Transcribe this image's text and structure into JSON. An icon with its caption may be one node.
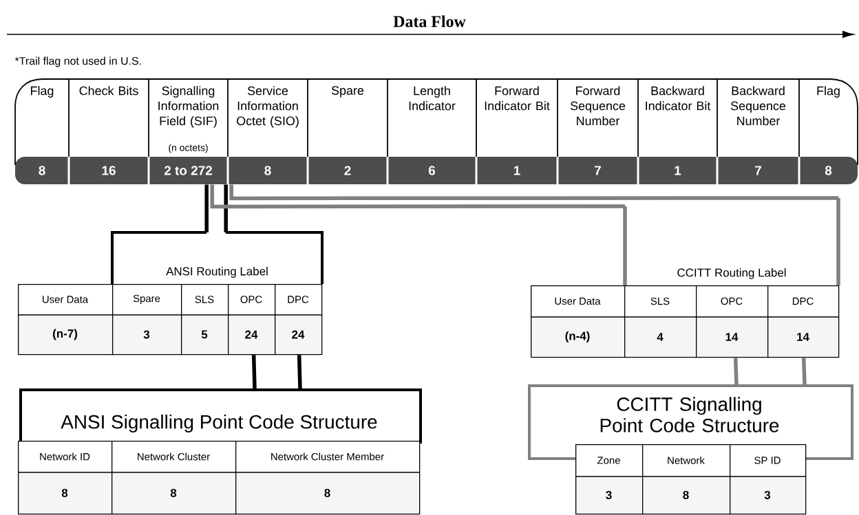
{
  "diagram": {
    "title": "Data Flow",
    "nodes": [
      {
        "text": [
          "Flag",
          "8"
        ]
      },
      {
        "text": [
          "Check Bits",
          "16"
        ]
      },
      {
        "text": [
          "Signalling Information Field (SIF)",
          "(n octets)",
          "2 to 272"
        ]
      },
      {
        "text": [
          "Service Information Octet (SIO)",
          "8"
        ]
      },
      {
        "text": [
          "Spare",
          "2"
        ]
      },
      {
        "text": [
          "Length Indicator",
          "6"
        ]
      },
      {
        "text": [
          "Forward Indicator Bit",
          "1"
        ]
      },
      {
        "text": [
          "Forward Sequence Number",
          "7"
        ]
      },
      {
        "text": [
          "Backward Indicator Bit",
          "1"
        ]
      },
      {
        "text": [
          "Backward Sequence Number",
          "7"
        ]
      },
      {
        "text": [
          "Flag",
          "8"
        ]
      },
      {
        "text": [
          "ANSI Routing Label"
        ]
      },
      {
        "text": [
          "User Data",
          "(n-7)"
        ]
      },
      {
        "text": [
          "Spare",
          "3"
        ]
      },
      {
        "text": [
          "SLS",
          "5"
        ]
      },
      {
        "text": [
          "OPC",
          "24"
        ]
      },
      {
        "text": [
          "DPC",
          "24"
        ]
      },
      {
        "text": [
          "ANSI Signalling Point Code Structure"
        ]
      },
      {
        "text": [
          "Network ID",
          "8"
        ]
      },
      {
        "text": [
          "Network Cluster",
          "8"
        ]
      },
      {
        "text": [
          "Network Cluster Member",
          "8"
        ]
      },
      {
        "text": [
          "CCITT Routing Label"
        ]
      },
      {
        "text": [
          "User Data",
          "(n-4)"
        ]
      },
      {
        "text": [
          "SLS",
          "4"
        ]
      },
      {
        "text": [
          "OPC",
          "14"
        ]
      },
      {
        "text": [
          "DPC",
          "14"
        ]
      },
      {
        "text": [
          "CCITT Signalling Point Code Structure"
        ]
      },
      {
        "text": [
          "Zone",
          "3"
        ]
      },
      {
        "text": [
          "Network",
          "8"
        ]
      },
      {
        "text": [
          "SP ID",
          "3"
        ]
      }
    ],
    "edges": [
      {
        "from": 2,
        "to": 11,
        "arrow": "none",
        "color": "#000000"
      },
      {
        "from": 2,
        "to": 11,
        "arrow": "none",
        "color": "#000000"
      },
      {
        "from": 2,
        "to": 21,
        "arrow": "none",
        "color": "#808080"
      },
      {
        "from": 2,
        "to": 21,
        "arrow": "none",
        "color": "#808080"
      },
      {
        "from": 15,
        "to": 17,
        "arrow": "none",
        "color": "#000000"
      },
      {
        "from": 16,
        "to": 17,
        "arrow": "none",
        "color": "#000000"
      },
      {
        "from": 24,
        "to": 26,
        "arrow": "none",
        "color": "#808080"
      },
      {
        "from": 25,
        "to": 26,
        "arrow": "none",
        "color": "#808080"
      }
    ],
    "labels": [
      "*Trail flag not used in U.S."
    ]
  }
}
